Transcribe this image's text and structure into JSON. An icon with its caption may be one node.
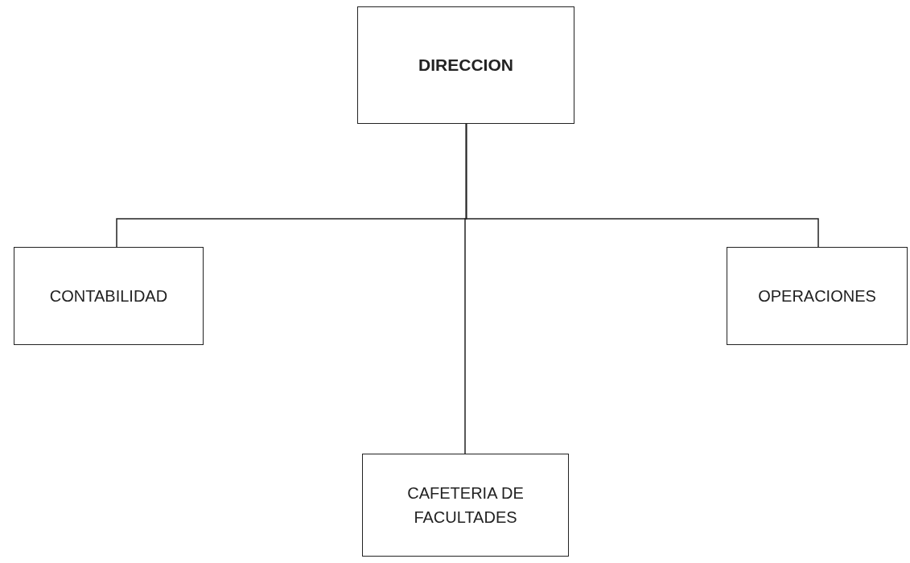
{
  "diagram": {
    "nodes": [
      {
        "text": [
          "DIRECCION"
        ]
      },
      {
        "text": [
          "CONTABILIDAD"
        ]
      },
      {
        "text": [
          "OPERACIONES"
        ]
      },
      {
        "text": [
          "CAFETERIA DE FACULTADES"
        ]
      }
    ],
    "edges": [
      {
        "from": 0,
        "to": 1,
        "arrow": "none"
      },
      {
        "from": 0,
        "to": 2,
        "arrow": "none"
      },
      {
        "from": 0,
        "to": 3,
        "arrow": "none"
      }
    ]
  }
}
